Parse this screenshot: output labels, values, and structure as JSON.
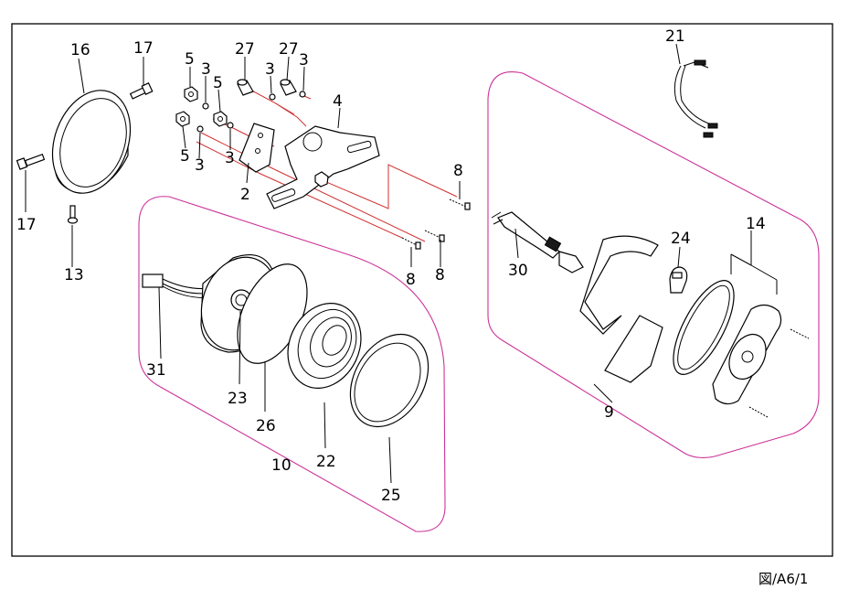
{
  "labels": {
    "p16": "16",
    "p17a": "17",
    "p17b": "17",
    "p13": "13",
    "p5a": "5",
    "p5b": "5",
    "p5c": "5",
    "p3a": "3",
    "p3b": "3",
    "p3c": "3",
    "p3d": "3",
    "p3e": "3",
    "p27a": "27",
    "p27b": "27",
    "p4": "4",
    "p2": "2",
    "p8a": "8",
    "p8b": "8",
    "p8c": "8",
    "p21": "21",
    "p30": "30",
    "p24": "24",
    "p14": "14",
    "p9": "9",
    "p31": "31",
    "p23": "23",
    "p26": "26",
    "p10": "10",
    "p22": "22",
    "p25": "25"
  },
  "footer": "図/A6/1",
  "colors": {
    "group_outline": "#cc3399",
    "guide_line": "#d03030",
    "ink": "#000000"
  }
}
